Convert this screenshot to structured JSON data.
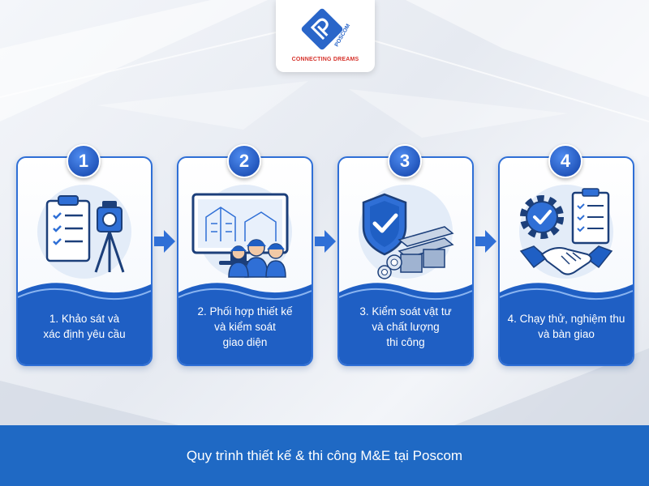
{
  "logo": {
    "brand": "POSCOM",
    "slogan": "CONNECTING DREAMS"
  },
  "colors": {
    "primary": "#1f69c4",
    "accent": "#2f6fd6",
    "brand_red": "#d6322b"
  },
  "steps": [
    {
      "number": "1",
      "label": "1. Khảo sát và\nxác định yêu cầu",
      "icons": [
        "clipboard-icon",
        "surveying-instrument-icon"
      ]
    },
    {
      "number": "2",
      "label": "2. Phối hợp thiết kế\nvà kiểm soát\ngiao diện",
      "icons": [
        "monitor-blueprint-icon",
        "engineers-icon"
      ]
    },
    {
      "number": "3",
      "label": "3. Kiểm soát vật tư\nvà chất lượng\nthi công",
      "icons": [
        "shield-check-icon",
        "steel-pipes-icon"
      ]
    },
    {
      "number": "4",
      "label": "4. Chạy thử, nghiệm thu\nvà bàn giao",
      "icons": [
        "gear-check-icon",
        "checklist-icon",
        "handshake-icon"
      ]
    }
  ],
  "footer": {
    "caption": "Quy trình thiết kế & thi công M&E tại Poscom"
  }
}
